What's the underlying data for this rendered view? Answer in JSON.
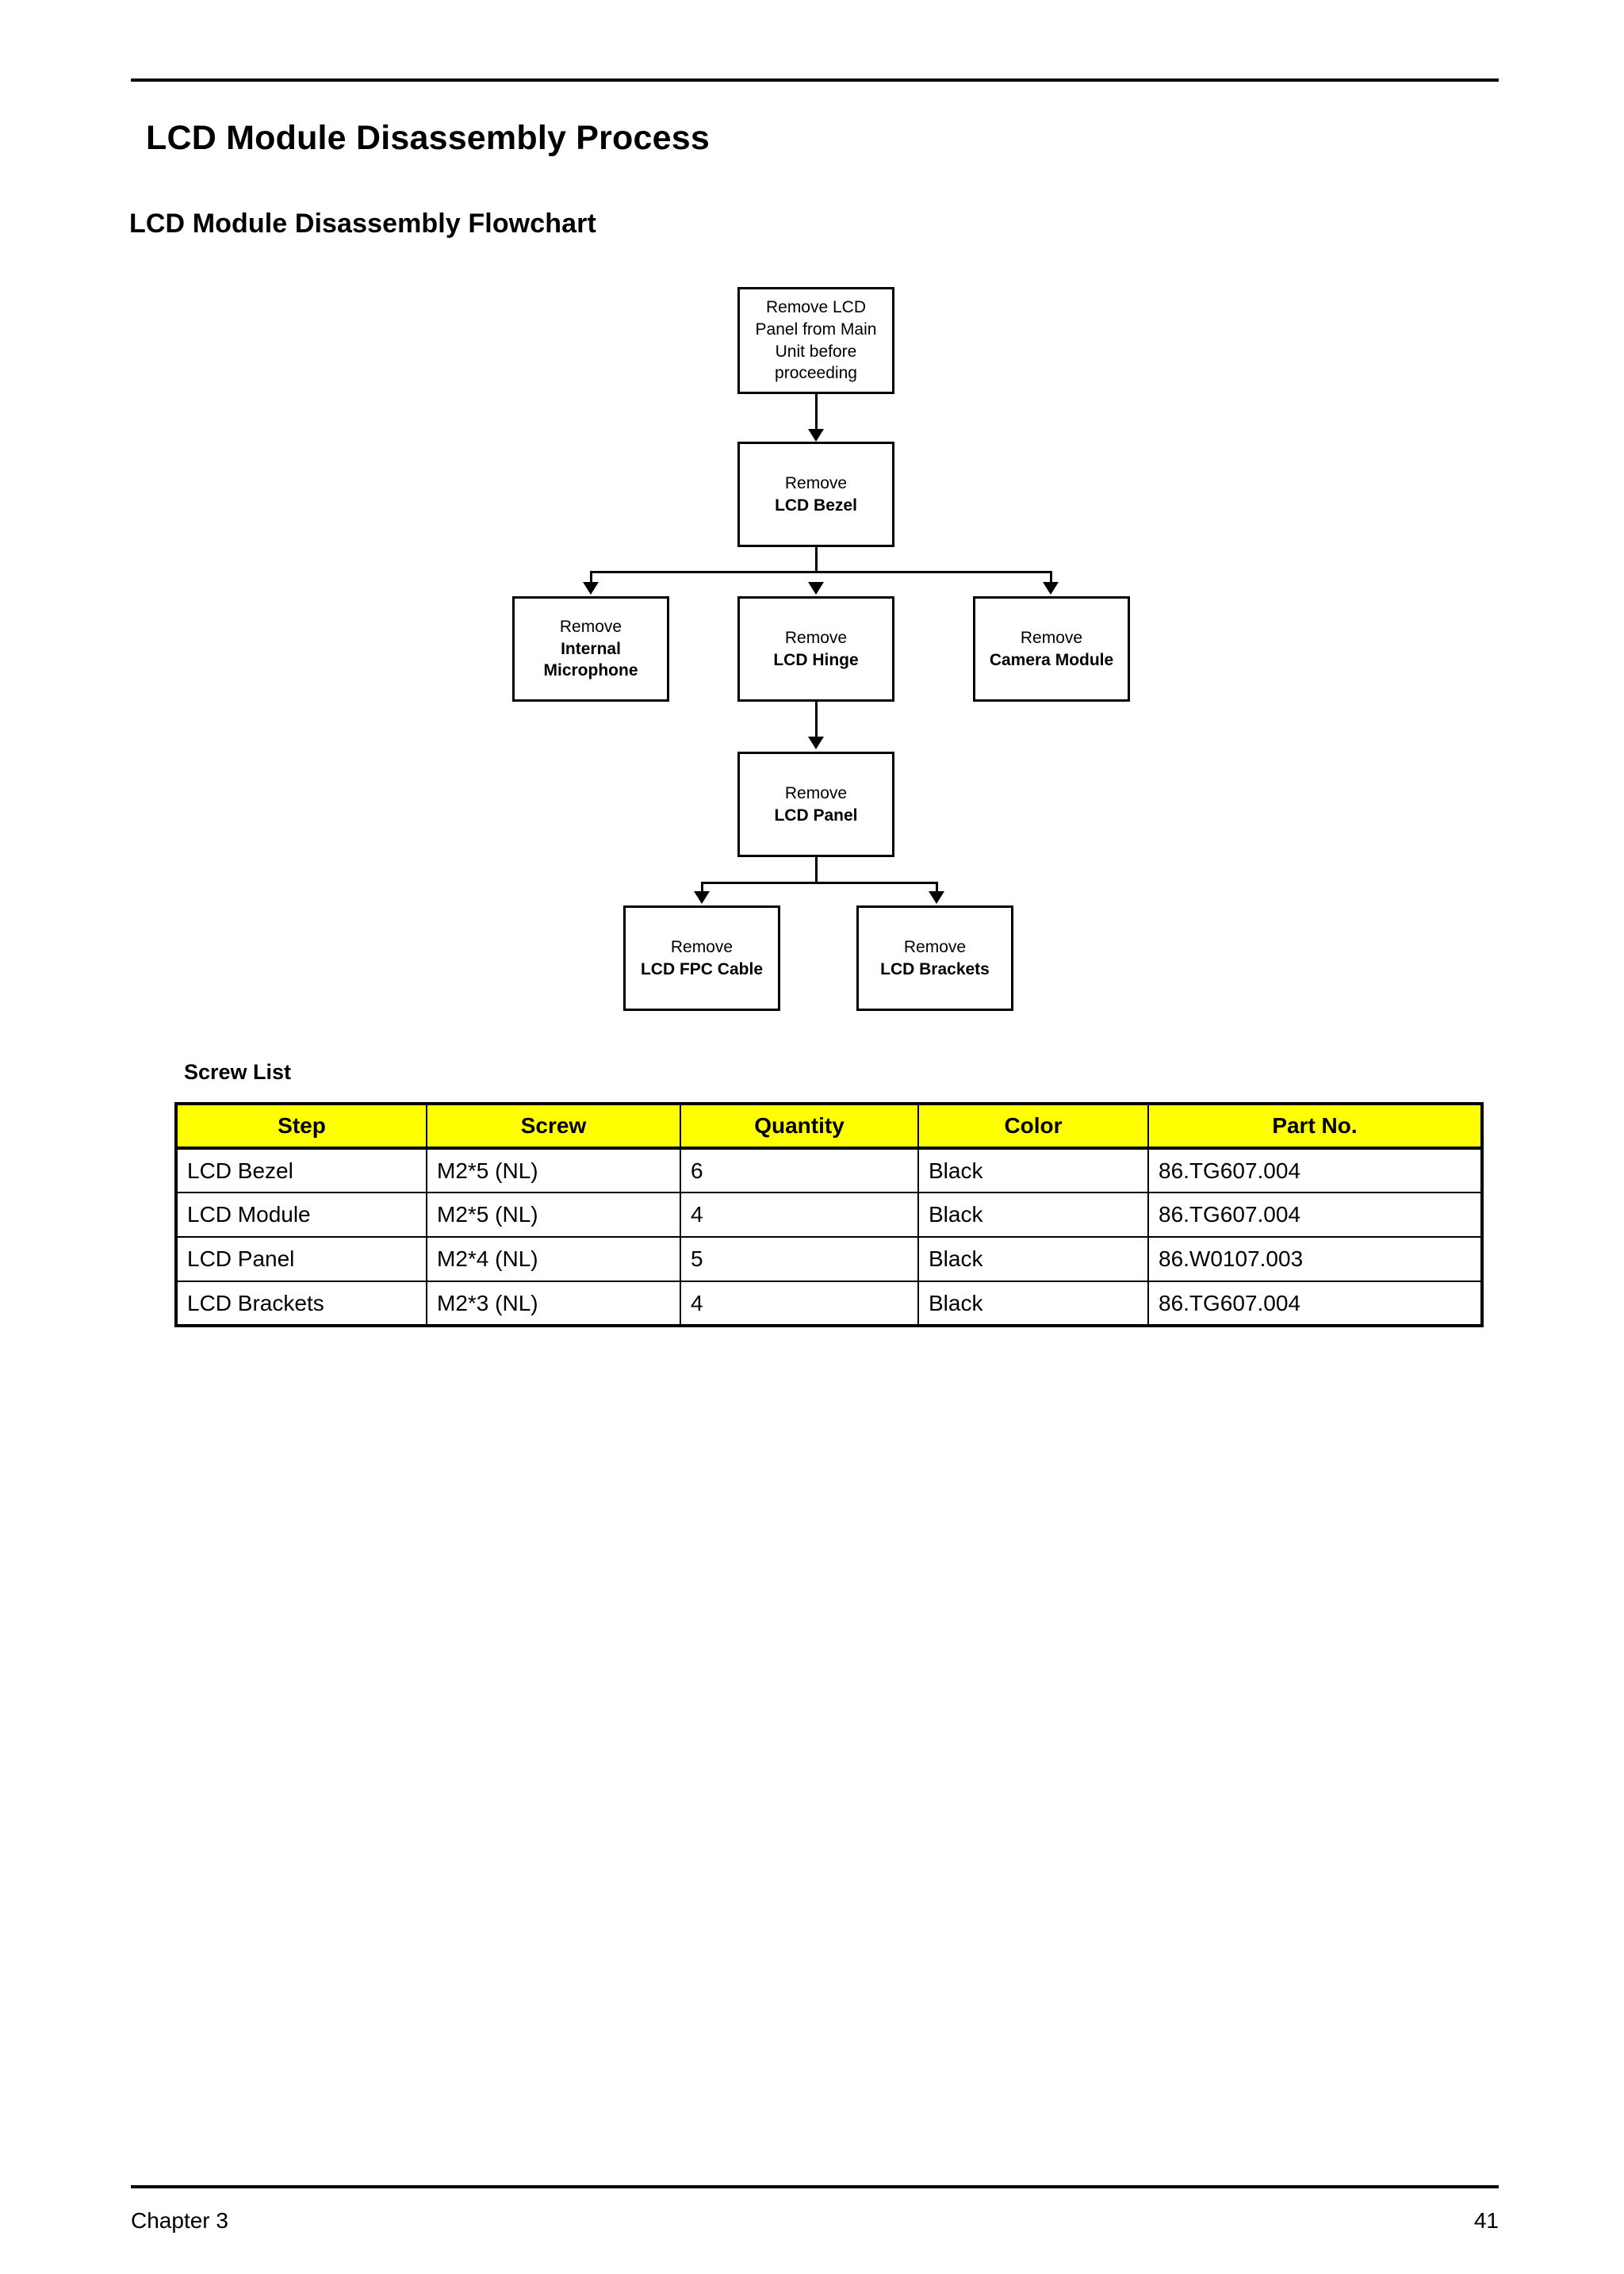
{
  "document": {
    "heading": "LCD Module Disassembly Process",
    "subheading": "LCD Module Disassembly Flowchart"
  },
  "flowchart": {
    "nodes": [
      {
        "id": "start",
        "line1": "Remove LCD",
        "line2": "Panel from Main",
        "line3": "Unit before",
        "line4": "proceeding"
      },
      {
        "id": "bezel",
        "line1": "Remove",
        "line2": "LCD Bezel"
      },
      {
        "id": "mic",
        "line1": "Remove",
        "line2": "Internal",
        "line3": "Microphone"
      },
      {
        "id": "hinge",
        "line1": "Remove",
        "line2": "LCD Hinge"
      },
      {
        "id": "camera",
        "line1": "Remove",
        "line2": "Camera Module"
      },
      {
        "id": "panel",
        "line1": "Remove",
        "line2": "LCD Panel"
      },
      {
        "id": "fpc",
        "line1": "Remove",
        "line2": "LCD FPC Cable"
      },
      {
        "id": "brackets",
        "line1": "Remove",
        "line2": "LCD Brackets"
      }
    ]
  },
  "screw_list": {
    "label": "Screw List",
    "header_bg": "#FFFF00",
    "columns": [
      "Step",
      "Screw",
      "Quantity",
      "Color",
      "Part No."
    ],
    "rows": [
      {
        "step": "LCD Bezel",
        "screw": "M2*5 (NL)",
        "quantity": "6",
        "color": "Black",
        "part_no": "86.TG607.004"
      },
      {
        "step": "LCD Module",
        "screw": "M2*5 (NL)",
        "quantity": "4",
        "color": "Black",
        "part_no": "86.TG607.004"
      },
      {
        "step": "LCD Panel",
        "screw": "M2*4 (NL)",
        "quantity": "5",
        "color": "Black",
        "part_no": "86.W0107.003"
      },
      {
        "step": "LCD Brackets",
        "screw": "M2*3 (NL)",
        "quantity": "4",
        "color": "Black",
        "part_no": "86.TG607.004"
      }
    ]
  },
  "footer": {
    "chapter": "Chapter 3",
    "page_number": "41"
  }
}
